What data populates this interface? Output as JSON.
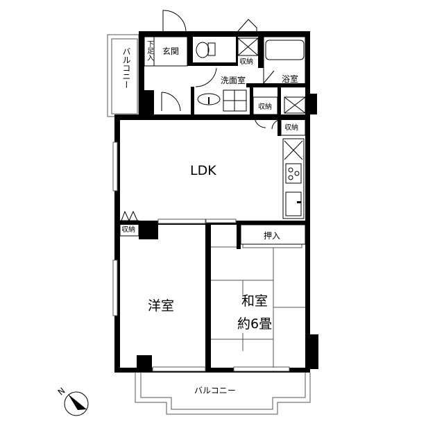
{
  "floor_plan": {
    "rooms": {
      "balcony_left": "バルコニー",
      "shoe_storage": "下足入",
      "entrance": "玄関",
      "storage_top": "収納",
      "washroom": "洗面室",
      "bathroom": "浴室",
      "storage_mid": "収納",
      "storage_right": "収納",
      "ldk": "LDK",
      "storage_left": "収納",
      "closet": "押入",
      "western_room": "洋室",
      "japanese_room": "和室",
      "japanese_room_size": "約6畳",
      "balcony_bottom": "バルコニー"
    },
    "compass": {
      "label": "N"
    }
  }
}
